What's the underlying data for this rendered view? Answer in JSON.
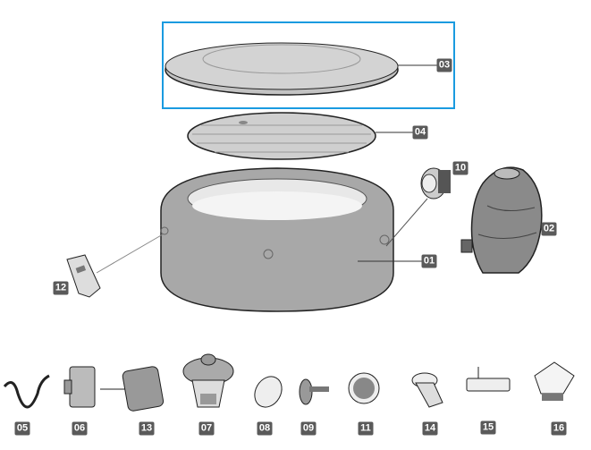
{
  "diagram": {
    "highlight_color": "#1a9be0",
    "badge_color": "#5a5a5a",
    "parts": {
      "p01": "01",
      "p02": "02",
      "p03": "03",
      "p04": "04",
      "p05": "05",
      "p06": "06",
      "p07": "07",
      "p08": "08",
      "p09": "09",
      "p10": "10",
      "p11": "11",
      "p12": "12",
      "p13": "13",
      "p14": "14",
      "p15": "15",
      "p16": "16"
    }
  }
}
